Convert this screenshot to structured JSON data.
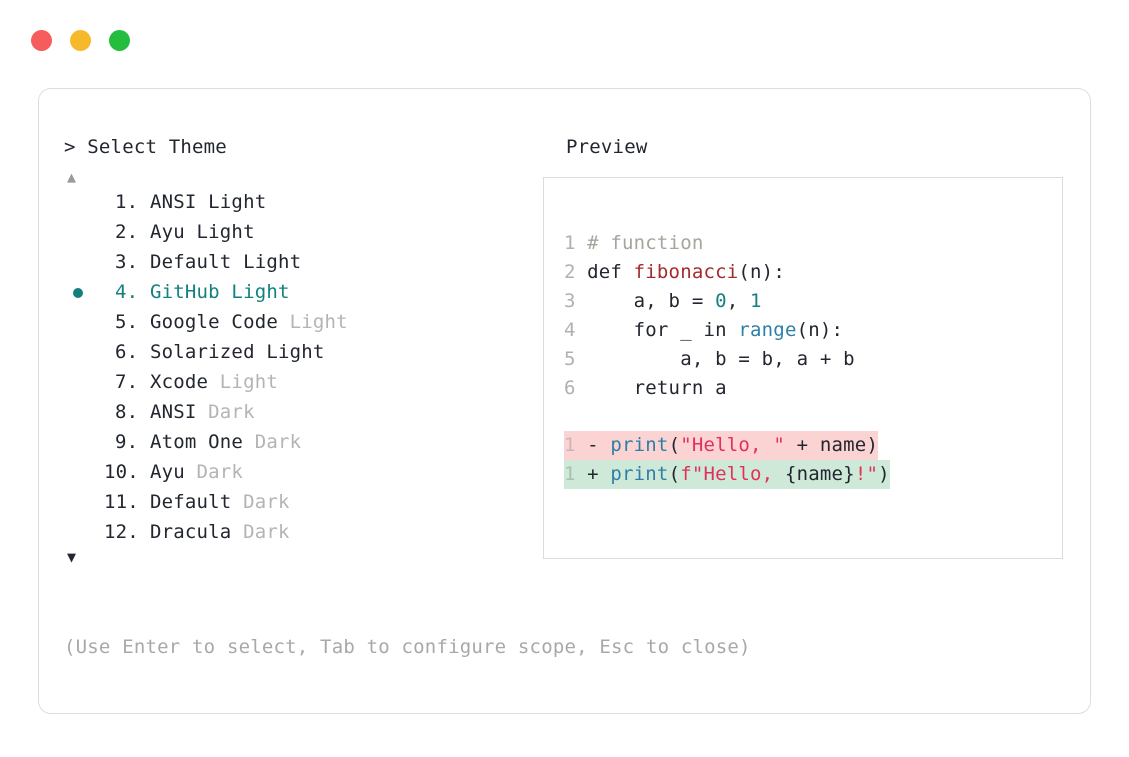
{
  "window": {
    "traffic_lights": [
      {
        "name": "close",
        "color": "#f75c5c"
      },
      {
        "name": "minimize",
        "color": "#f7b92c"
      },
      {
        "name": "maximize",
        "color": "#24bd3e"
      }
    ]
  },
  "header": {
    "prompt_title": "> Select Theme",
    "preview_title": "Preview"
  },
  "scroll": {
    "up_arrow": "▲",
    "down_arrow": "▼"
  },
  "accent": {
    "selected_color": "#12807f",
    "dim_color": "#b4b4b4",
    "text_color": "#22262e"
  },
  "list": {
    "items": [
      {
        "index": "1.",
        "name": "ANSI",
        "variant": " Light",
        "variant_dim": false,
        "selected": false
      },
      {
        "index": "2.",
        "name": "Ayu",
        "variant": " Light",
        "variant_dim": false,
        "selected": false
      },
      {
        "index": "3.",
        "name": "Default",
        "variant": " Light",
        "variant_dim": false,
        "selected": false
      },
      {
        "index": "4.",
        "name": "GitHub",
        "variant": " Light",
        "variant_dim": false,
        "selected": true
      },
      {
        "index": "5.",
        "name": "Google Code",
        "variant": " Light",
        "variant_dim": true,
        "selected": false
      },
      {
        "index": "6.",
        "name": "Solarized",
        "variant": " Light",
        "variant_dim": false,
        "selected": false
      },
      {
        "index": "7.",
        "name": "Xcode",
        "variant": " Light",
        "variant_dim": true,
        "selected": false
      },
      {
        "index": "8.",
        "name": "ANSI",
        "variant": " Dark",
        "variant_dim": true,
        "selected": false
      },
      {
        "index": "9.",
        "name": "Atom One",
        "variant": " Dark",
        "variant_dim": true,
        "selected": false
      },
      {
        "index": "10.",
        "name": "Ayu",
        "variant": " Dark",
        "variant_dim": true,
        "selected": false
      },
      {
        "index": "11.",
        "name": "Default",
        "variant": " Dark",
        "variant_dim": true,
        "selected": false
      },
      {
        "index": "12.",
        "name": "Dracula",
        "variant": " Dark",
        "variant_dim": true,
        "selected": false
      }
    ]
  },
  "hint": {
    "text": "(Use Enter to select, Tab to configure scope, Esc to close)"
  },
  "preview": {
    "code_lines": [
      {
        "num": "1",
        "tokens": [
          {
            "t": "# function",
            "c": "t-comment"
          }
        ]
      },
      {
        "num": "2",
        "tokens": [
          {
            "t": "def ",
            "c": "t-kw"
          },
          {
            "t": "fibonacci",
            "c": "t-fn"
          },
          {
            "t": "(n):",
            "c": "t-plain"
          }
        ]
      },
      {
        "num": "3",
        "tokens": [
          {
            "t": "    a, b = ",
            "c": "t-plain"
          },
          {
            "t": "0",
            "c": "t-num"
          },
          {
            "t": ", ",
            "c": "t-plain"
          },
          {
            "t": "1",
            "c": "t-num"
          }
        ]
      },
      {
        "num": "4",
        "tokens": [
          {
            "t": "    for _ in ",
            "c": "t-plain"
          },
          {
            "t": "range",
            "c": "t-builtin"
          },
          {
            "t": "(n):",
            "c": "t-plain"
          }
        ]
      },
      {
        "num": "5",
        "tokens": [
          {
            "t": "        a, b = b, a + b",
            "c": "t-plain"
          }
        ]
      },
      {
        "num": "6",
        "tokens": [
          {
            "t": "    return a",
            "c": "t-plain"
          }
        ]
      }
    ],
    "diff_lines": [
      {
        "num": "1",
        "sign": "-",
        "kind": "del",
        "bg": "#fbd3d3",
        "tokens": [
          {
            "t": "print",
            "c": "t-call"
          },
          {
            "t": "(",
            "c": "t-plain"
          },
          {
            "t": "\"Hello, \"",
            "c": "t-str"
          },
          {
            "t": " + name)",
            "c": "t-plain"
          }
        ]
      },
      {
        "num": "1",
        "sign": "+",
        "kind": "add",
        "bg": "#cfe9d9",
        "tokens": [
          {
            "t": "print",
            "c": "t-call"
          },
          {
            "t": "(",
            "c": "t-plain"
          },
          {
            "t": "f\"Hello, ",
            "c": "t-str"
          },
          {
            "t": "{name}",
            "c": "t-plain"
          },
          {
            "t": "!\"",
            "c": "t-str"
          },
          {
            "t": ")",
            "c": "t-plain"
          }
        ]
      }
    ]
  }
}
